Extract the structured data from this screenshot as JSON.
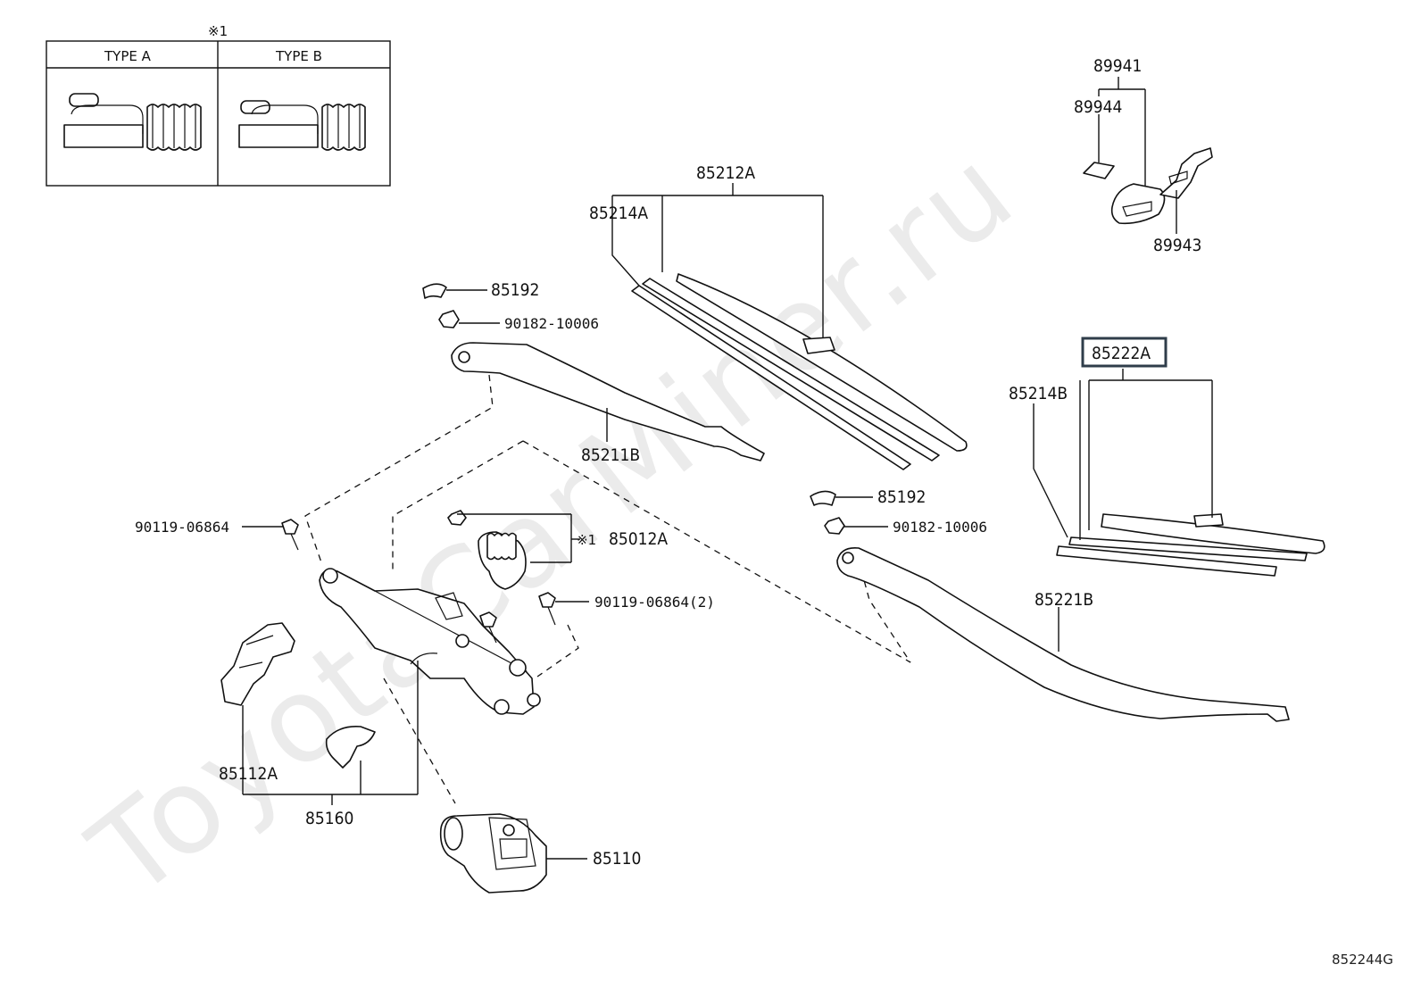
{
  "watermark": "ToyotaCarMiner.ru",
  "inset": {
    "mark": "※1",
    "type_a": "TYPE A",
    "type_b": "TYPE B"
  },
  "labels": {
    "p85212A": "85212A",
    "p85214A": "85214A",
    "p85192_top": "85192",
    "p90182_top": "90182-10006",
    "p85211B": "85211B",
    "p90119_a": "90119-06864",
    "p85012A": "85012A",
    "p85012A_mark": "※1",
    "p90119_b": "90119-06864(2)",
    "p85112A": "85112A",
    "p85160": "85160",
    "p85110": "85110",
    "p85192_mid": "85192",
    "p90182_mid": "90182-10006",
    "p85221B": "85221B",
    "p85222A": "85222A",
    "p85214B": "85214B",
    "p89941": "89941",
    "p89944": "89944",
    "p89943": "89943"
  },
  "highlighted_part": "85222A",
  "diagram_code": "852244G",
  "colors": {
    "highlight_border": "#2f3d4a",
    "line": "#111111",
    "watermark": "#dcdcdc"
  }
}
